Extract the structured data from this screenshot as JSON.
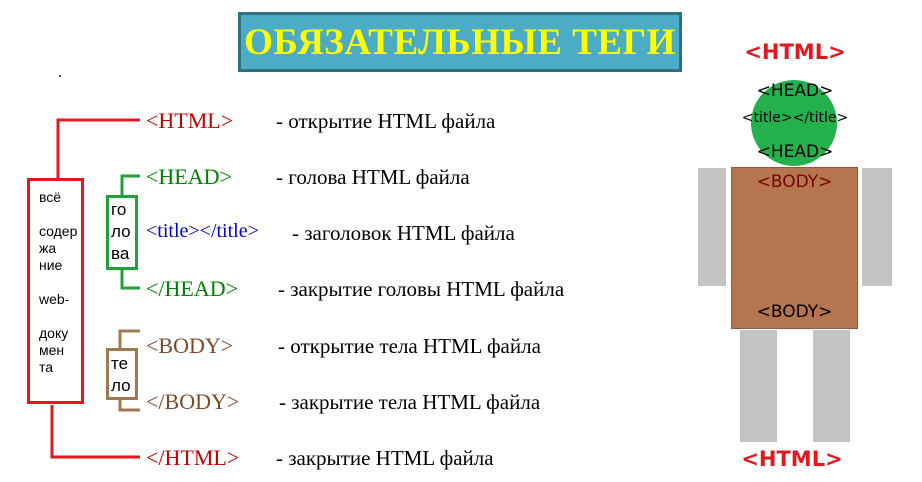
{
  "title": "ОБЯЗАТЕЛЬНЫЕ ТЕГИ",
  "dot": ".",
  "rows": [
    {
      "tag": "<HTML>",
      "desc": "- открытие HTML файла"
    },
    {
      "tag": "<HEAD>",
      "desc": "- голова HTML файла"
    },
    {
      "tag": "<title></title>",
      "desc": "- заголовок HTML файла"
    },
    {
      "tag": "</HEAD>",
      "desc": "- закрытие головы HTML файла"
    },
    {
      "tag": "<BODY>",
      "desc": "- открытие тела HTML файла"
    },
    {
      "tag": "</BODY>",
      "desc": "- закрытие тела HTML файла"
    },
    {
      "tag": "</HTML>",
      "desc": "- закрытие HTML файла"
    }
  ],
  "brackets": {
    "document_lines": [
      "всё",
      "",
      "содер",
      "жа",
      "ние",
      "",
      "web-",
      "",
      "доку",
      "мен",
      "та"
    ],
    "head_lines": [
      "го",
      "ло",
      "ва"
    ],
    "body_lines": [
      "те",
      "ло"
    ]
  },
  "robot": {
    "html_top": "<HTML>",
    "head_open": "<HEAD>",
    "title": "<title></title>",
    "head_close": "<HEAD>",
    "body_open": "<BODY>",
    "body_close": "<BODY>",
    "html_bottom": "<HTML>"
  },
  "colors": {
    "title_bg": "#4bacc6",
    "title_text": "#ffff00",
    "html_red": "#c00000",
    "head_green": "#008000",
    "title_blue": "#0000cc",
    "body_brown": "#7a4a2a",
    "robot_head": "#22b14c",
    "robot_body": "#b5754f",
    "robot_limbs": "#c3c3c3"
  }
}
